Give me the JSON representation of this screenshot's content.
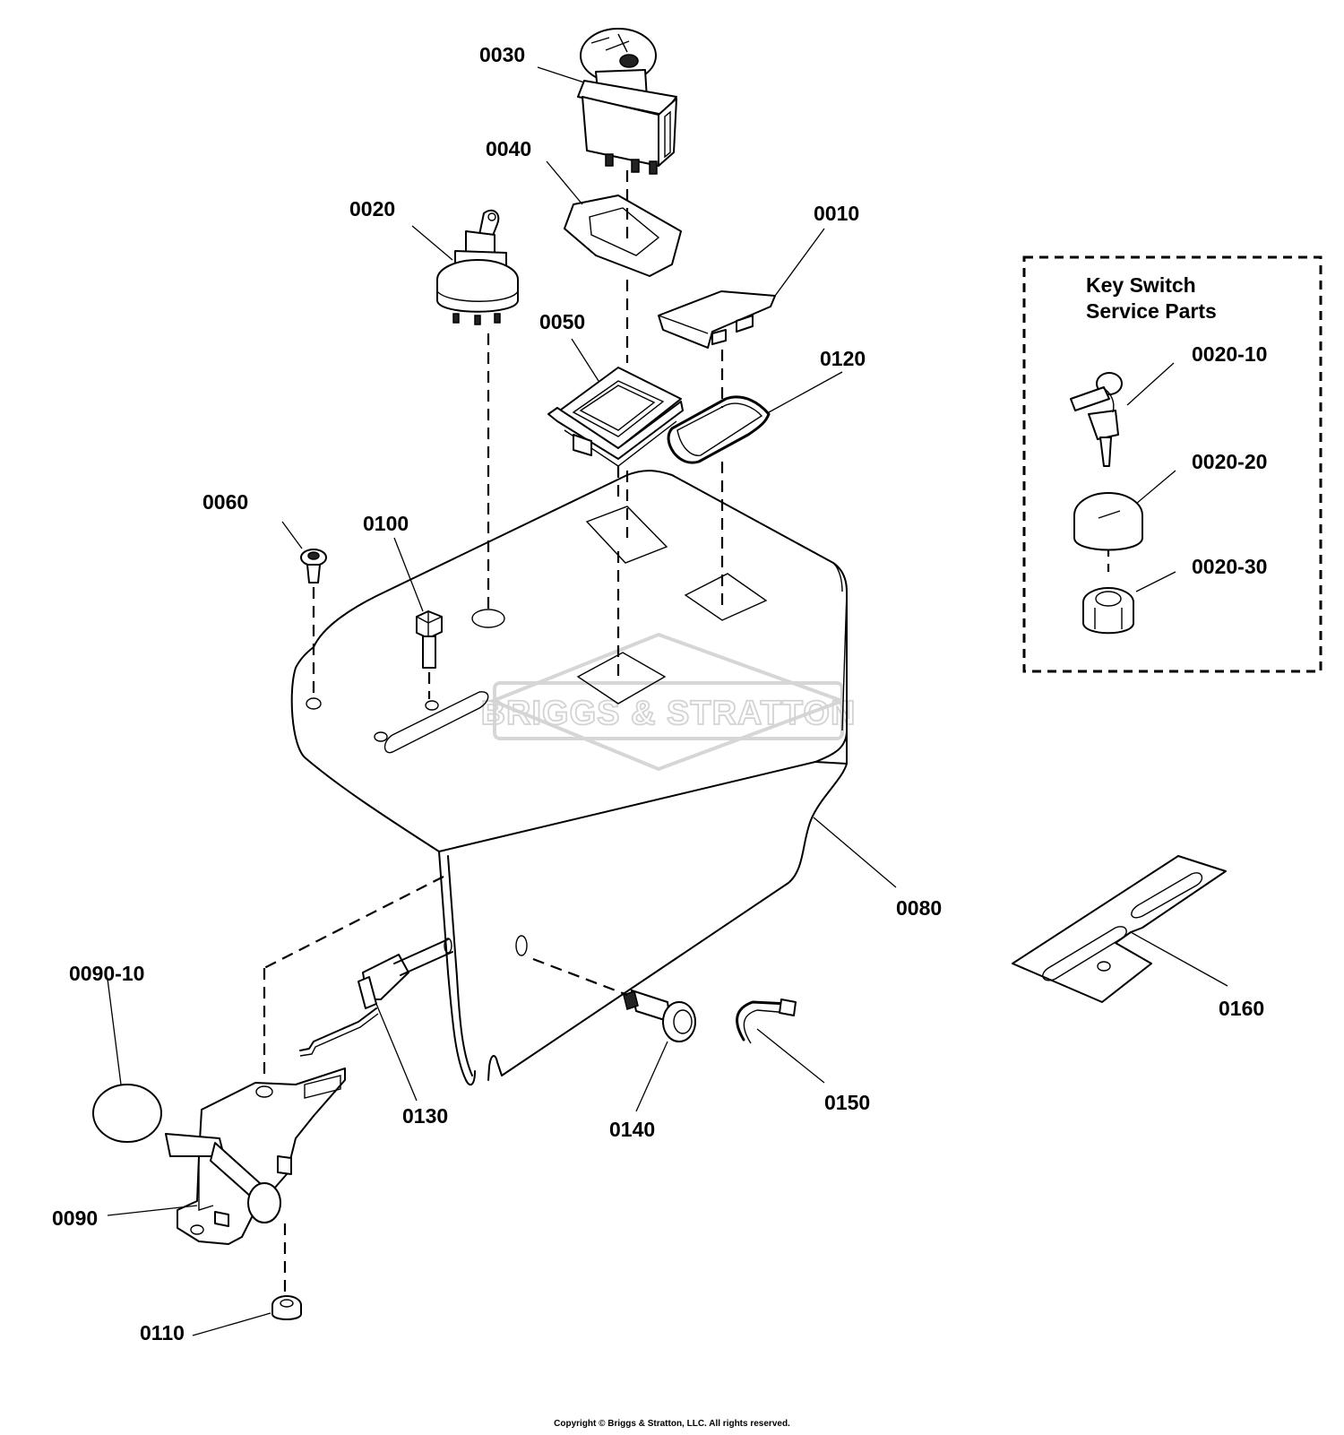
{
  "callouts": [
    {
      "id": "0010",
      "label": "0010"
    },
    {
      "id": "0020",
      "label": "0020"
    },
    {
      "id": "0030",
      "label": "0030"
    },
    {
      "id": "0040",
      "label": "0040"
    },
    {
      "id": "0050",
      "label": "0050"
    },
    {
      "id": "0060",
      "label": "0060"
    },
    {
      "id": "0080",
      "label": "0080"
    },
    {
      "id": "0090",
      "label": "0090"
    },
    {
      "id": "0090-10",
      "label": "0090-10"
    },
    {
      "id": "0100",
      "label": "0100"
    },
    {
      "id": "0110",
      "label": "0110"
    },
    {
      "id": "0120",
      "label": "0120"
    },
    {
      "id": "0130",
      "label": "0130"
    },
    {
      "id": "0140",
      "label": "0140"
    },
    {
      "id": "0150",
      "label": "0150"
    },
    {
      "id": "0160",
      "label": "0160"
    }
  ],
  "service_box": {
    "title_line1": "Key Switch",
    "title_line2": "Service Parts",
    "callouts": [
      {
        "id": "0020-10",
        "label": "0020-10"
      },
      {
        "id": "0020-20",
        "label": "0020-20"
      },
      {
        "id": "0020-30",
        "label": "0020-30"
      }
    ]
  },
  "watermark": "BRIGGS & STRATTON",
  "copyright": "Copyright © Briggs & Stratton, LLC. All rights reserved."
}
